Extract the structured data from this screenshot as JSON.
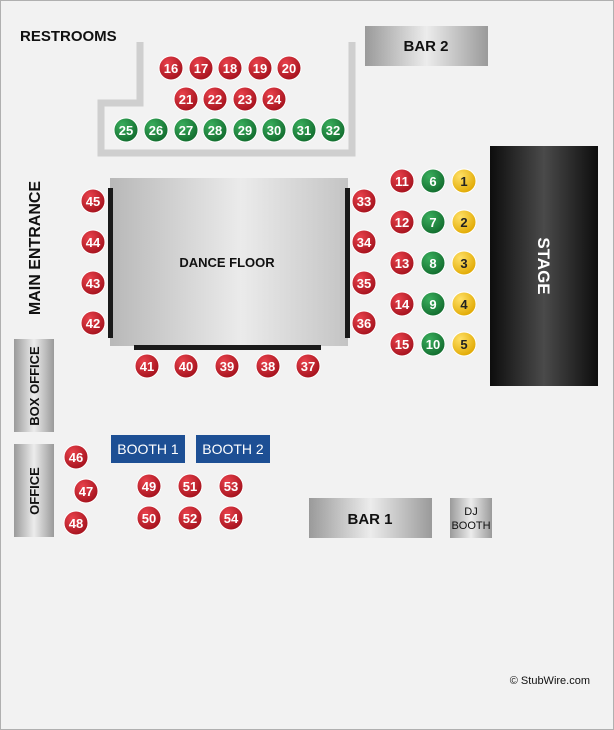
{
  "labels": {
    "restrooms": "RESTROOMS",
    "bar2": "BAR 2",
    "bar1": "BAR 1",
    "dance_floor": "DANCE FLOOR",
    "stage": "STAGE",
    "main_entrance": "MAIN ENTRANCE",
    "box_office": "BOX OFFICE",
    "office": "OFFICE",
    "booth1": "BOOTH 1",
    "booth2": "BOOTH 2",
    "dj_booth_line1": "DJ",
    "dj_booth_line2": "BOOTH",
    "copyright": "© StubWire.com"
  },
  "colors": {
    "red": "#cc1f2b",
    "green": "#1c8a3e",
    "yellow": "#f2c418",
    "booth": "#1d4f94",
    "stage": "#1a1a1a"
  },
  "seats": {
    "red": [
      "11",
      "12",
      "13",
      "14",
      "15",
      "16",
      "17",
      "18",
      "19",
      "20",
      "21",
      "22",
      "23",
      "24",
      "33",
      "34",
      "35",
      "36",
      "37",
      "38",
      "39",
      "40",
      "41",
      "42",
      "43",
      "44",
      "45",
      "46",
      "47",
      "48",
      "49",
      "50",
      "51",
      "52",
      "53",
      "54"
    ],
    "green": [
      "6",
      "7",
      "8",
      "9",
      "10",
      "25",
      "26",
      "27",
      "28",
      "29",
      "30",
      "31",
      "32"
    ],
    "yellow": [
      "1",
      "2",
      "3",
      "4",
      "5"
    ]
  }
}
